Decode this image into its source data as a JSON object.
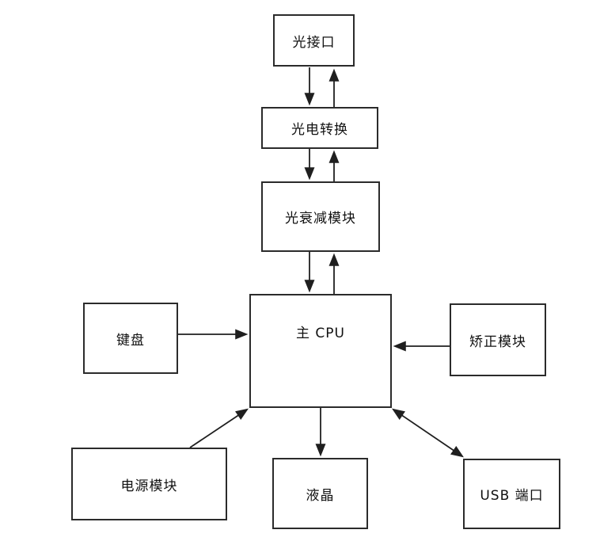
{
  "diagram": {
    "type": "block-diagram",
    "nodes": {
      "optical_interface": {
        "label": "光接口"
      },
      "photoelectric_conversion": {
        "label": "光电转换"
      },
      "optical_attenuation_module": {
        "label": "光衰减模块"
      },
      "main_cpu": {
        "label": "主 CPU"
      },
      "keyboard": {
        "label": "键盘"
      },
      "correction_module": {
        "label": "矫正模块"
      },
      "power_module": {
        "label": "电源模块"
      },
      "lcd": {
        "label": "液晶"
      },
      "usb_port": {
        "label": "USB 端口"
      }
    },
    "edges": [
      {
        "from": "optical_interface",
        "to": "photoelectric_conversion",
        "bidirectional": true,
        "style": "two-parallel-arrows"
      },
      {
        "from": "photoelectric_conversion",
        "to": "optical_attenuation_module",
        "bidirectional": true,
        "style": "two-parallel-arrows"
      },
      {
        "from": "optical_attenuation_module",
        "to": "main_cpu",
        "bidirectional": true,
        "style": "two-parallel-arrows"
      },
      {
        "from": "keyboard",
        "to": "main_cpu",
        "bidirectional": false,
        "style": "single-arrow"
      },
      {
        "from": "correction_module",
        "to": "main_cpu",
        "bidirectional": false,
        "style": "single-arrow"
      },
      {
        "from": "power_module",
        "to": "main_cpu",
        "bidirectional": false,
        "style": "single-diagonal-arrow"
      },
      {
        "from": "main_cpu",
        "to": "lcd",
        "bidirectional": false,
        "style": "single-arrow"
      },
      {
        "from": "main_cpu",
        "to": "usb_port",
        "bidirectional": true,
        "style": "double-headed-diagonal-arrow"
      }
    ],
    "colors": {
      "background": "#ffffff",
      "box_border": "#2b2b2b",
      "line": "#1f1f1f",
      "text": "#111111"
    }
  }
}
